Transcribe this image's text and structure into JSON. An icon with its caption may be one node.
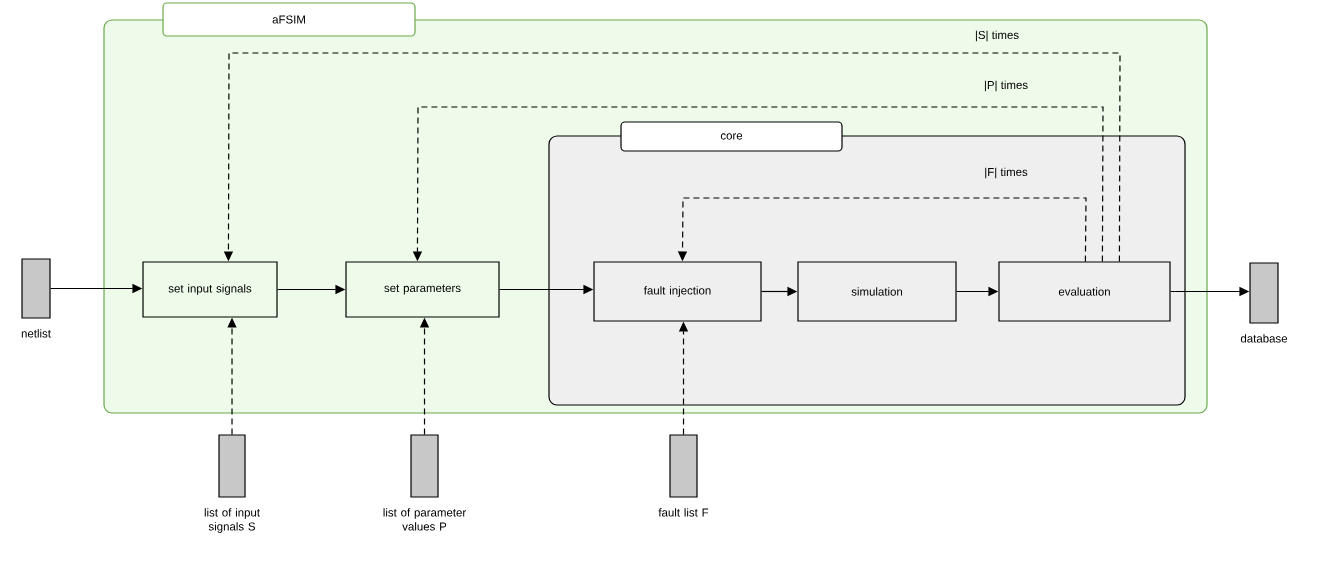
{
  "diagram": {
    "nodes": [
      {
        "text": [
          "aFSIM"
        ]
      },
      {
        "text": [
          "core"
        ],
        "in": 0
      },
      {
        "text": [
          "set input signals"
        ],
        "in": 0
      },
      {
        "text": [
          "set parameters"
        ],
        "in": 0
      },
      {
        "text": [
          "fault injection"
        ],
        "in": 1
      },
      {
        "text": [
          "simulation"
        ],
        "in": 1
      },
      {
        "text": [
          "evaluation"
        ],
        "in": 1
      },
      {
        "text": [],
        "shape": "bar",
        "beside": [
          "netlist"
        ]
      },
      {
        "text": [],
        "shape": "bar",
        "beside": [
          "database"
        ]
      },
      {
        "text": [],
        "shape": "bar",
        "beside": [
          "list of input signals S"
        ]
      },
      {
        "text": [],
        "shape": "bar",
        "beside": [
          "list of parameter values P"
        ]
      },
      {
        "text": [],
        "shape": "bar",
        "beside": [
          "fault list F"
        ]
      }
    ],
    "edges": [
      {
        "from": 7,
        "to": 2,
        "arrow": "to"
      },
      {
        "from": 2,
        "to": 3,
        "arrow": "to"
      },
      {
        "from": 3,
        "to": 4,
        "arrow": "to"
      },
      {
        "from": 4,
        "to": 5,
        "arrow": "to"
      },
      {
        "from": 5,
        "to": 6,
        "arrow": "to"
      },
      {
        "from": 6,
        "to": 8,
        "arrow": "to"
      },
      {
        "from": 9,
        "to": 2,
        "arrow": "to",
        "style": "dashed"
      },
      {
        "from": 10,
        "to": 3,
        "arrow": "to",
        "style": "dashed"
      },
      {
        "from": 11,
        "to": 4,
        "arrow": "to",
        "style": "dashed"
      },
      {
        "from": 6,
        "to": 4,
        "arrow": "to",
        "style": "dashed",
        "label": "|F| times"
      },
      {
        "from": 6,
        "to": 3,
        "arrow": "to",
        "style": "dashed",
        "label": "|P| times"
      },
      {
        "from": 6,
        "to": 2,
        "arrow": "to",
        "style": "dashed",
        "label": "|S| times"
      }
    ]
  }
}
